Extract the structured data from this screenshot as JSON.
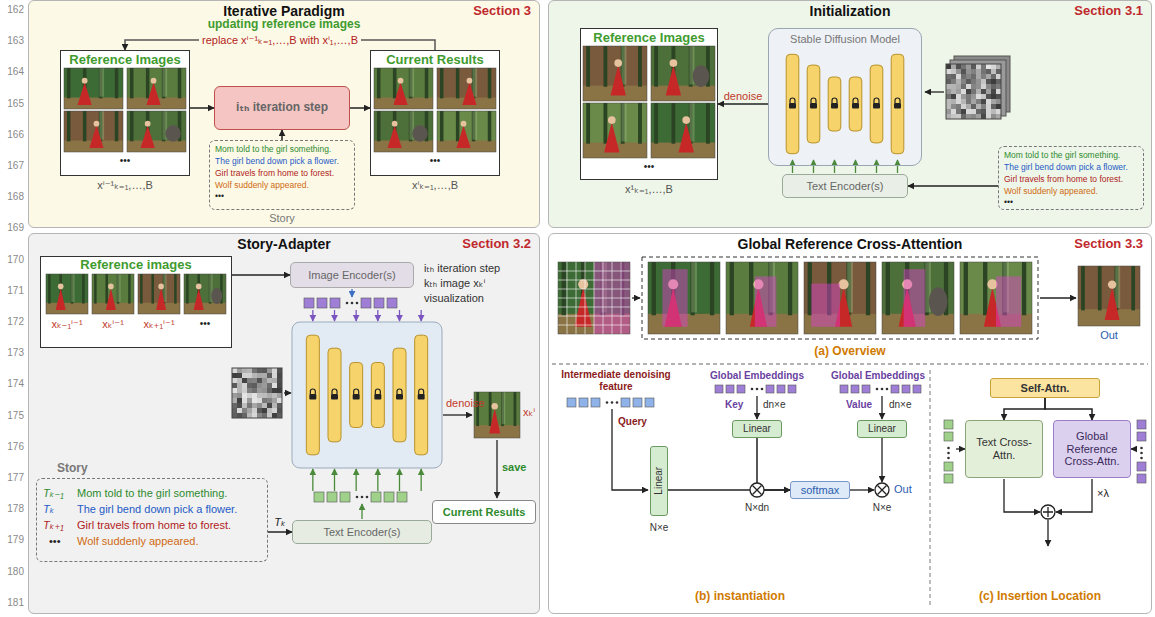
{
  "diagram": {
    "nodes": [
      {
        "text": [
          "Iterative Paradigm",
          "Section 3"
        ]
      },
      {
        "text": [
          "Reference Images"
        ],
        "in": 0
      },
      {
        "text": [
          "iₜₕ iteration step"
        ],
        "in": 0
      },
      {
        "text": [
          "Current Results"
        ],
        "in": 0
      },
      {
        "text": [
          "Mom told to the girl something.",
          "The girl bend down pick a flower.",
          "Girl travels from home to forest.",
          "Wolf suddenly appeared.",
          "•••",
          "Story"
        ],
        "in": 0
      },
      {
        "text": [
          "Initialization",
          "Section 3.1"
        ]
      },
      {
        "text": [
          "Reference Images"
        ],
        "in": 5
      },
      {
        "text": [
          "Stable Diffusion Model"
        ],
        "in": 5
      },
      {
        "text": [
          "Text Encoder(s)"
        ],
        "in": 5
      },
      {
        "text": [
          "Mom told to the girl something.",
          "The girl bend down pick a flower.",
          "Girl travels from home to forest.",
          "Wolf suddenly appeared.",
          "•••"
        ],
        "in": 5
      },
      {
        "text": [
          "Story-Adapter",
          "Section 3.2"
        ]
      },
      {
        "text": [
          "Reference images"
        ],
        "in": 10
      },
      {
        "text": [
          "Image Encoder(s)"
        ],
        "in": 10
      },
      {
        "text": [
          "Text Encoder(s)"
        ],
        "in": 10
      },
      {
        "text": [
          "Story",
          "Tₖ₋₁",
          "Mom told to the girl something.",
          "Tₖ",
          "The girl bend down pick a flower.",
          "Tₖ₊₁",
          "Girl travels from home to forest.",
          "•••",
          "Wolf suddenly appeared."
        ],
        "in": 10
      },
      {
        "text": [
          "Current Results"
        ],
        "in": 10
      },
      {
        "text": [
          "Global Reference Cross-Attention",
          "Section 3.3"
        ]
      },
      {
        "text": [
          "Linear"
        ],
        "in": 16
      },
      {
        "text": [
          "Linear"
        ],
        "in": 16
      },
      {
        "text": [
          "Linear"
        ],
        "in": 16
      },
      {
        "text": [
          "softmax"
        ],
        "in": 16
      },
      {
        "text": [
          "Self-Attn."
        ],
        "in": 16
      },
      {
        "text": [
          "Text Cross-Attn."
        ],
        "in": 16
      },
      {
        "text": [
          "Global Reference Cross-Attn."
        ],
        "in": 16
      }
    ],
    "edges": [
      {
        "from": 4,
        "to": 2,
        "arrow": "to"
      },
      {
        "from": 1,
        "to": 2,
        "arrow": "to"
      },
      {
        "from": 2,
        "to": 3,
        "arrow": "to"
      },
      {
        "from": 3,
        "to": 1,
        "label": "replace xⁱ⁻¹ₖ₌₁,…,B with xⁱ₁,…,B",
        "arrow": "to"
      },
      {
        "from": 9,
        "to": 8,
        "arrow": "to"
      },
      {
        "from": 7,
        "to": 6,
        "label": "denoise",
        "arrow": "to"
      },
      {
        "from": 11,
        "to": 12,
        "arrow": "to"
      },
      {
        "from": 14,
        "to": 13,
        "label": "Tₖ",
        "arrow": "to"
      },
      {
        "from": 17,
        "to": 20,
        "arrow": "to"
      },
      {
        "from": 18,
        "to": 20,
        "arrow": "to"
      },
      {
        "from": 21,
        "to": 22,
        "arrow": "to"
      },
      {
        "from": 21,
        "to": 23,
        "arrow": "to"
      }
    ],
    "labels": [
      "162",
      "163",
      "164",
      "165",
      "166",
      "167",
      "168",
      "169",
      "170",
      "171",
      "172",
      "173",
      "174",
      "175",
      "176",
      "177",
      "178",
      "179",
      "180",
      "181",
      "updating reference images",
      "•••",
      "xⁱ⁻¹ₖ₌₁,…,B",
      "•••",
      "xⁱₖ₌₁,…,B",
      "•••",
      "x¹ₖ₌₁,…,B",
      "xₖ₋₁ⁱ⁻¹",
      "xₖⁱ⁻¹",
      "xₖ₊₁ⁱ⁻¹",
      "•••",
      "iₜₕ iteration step",
      "kₜₕ image xₖⁱ",
      "visualization",
      "denoise",
      "xₖⁱ",
      "save",
      "(a) Overview",
      "Out",
      "Intermediate denoising feature",
      "Query",
      "Global Embeddings",
      "Key",
      "dn×e",
      "Global Embeddings",
      "Value",
      "dn×e",
      "N×e",
      "N×dn",
      "N×e",
      "Out",
      "(b) instantiation",
      "×λ",
      "(c) Insertion Location"
    ]
  }
}
